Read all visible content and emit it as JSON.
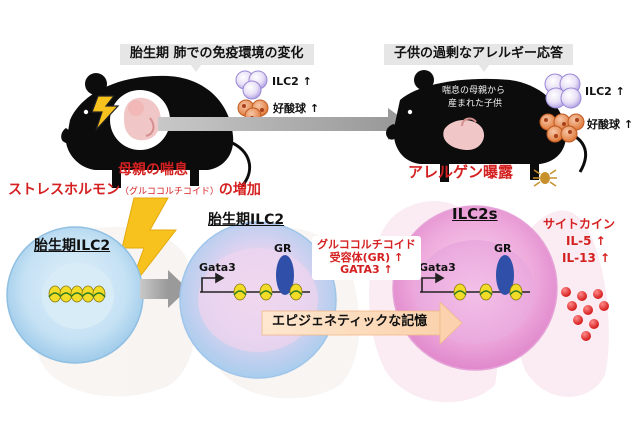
{
  "headers": {
    "left": "胎生期 肺での免疫環境の変化",
    "right": "子供の過剰なアレルギー応答"
  },
  "top_left": {
    "ilc2": "ILC2 ↑",
    "eosinophil": "好酸球 ↑"
  },
  "top_right": {
    "mouse_label_1": "喘息の母親から",
    "mouse_label_2": "産まれた子供",
    "ilc2": "ILC2 ↑",
    "eosinophil": "好酸球 ↑"
  },
  "stress": {
    "line1": "母親の喘息",
    "line2_prefix": "ストレスホルモン",
    "line2_small": "（グルココルチコイド）",
    "line2_suffix": "の増加"
  },
  "allergen": "アレルゲン曝露",
  "cells": {
    "fetal_ilc2_left": "胎生期ILC2",
    "fetal_ilc2_middle": "胎生期ILC2",
    "ilc2s": "ILC2s",
    "gata3_middle": "Gata3",
    "gr_middle": "GR",
    "gata3_right": "Gata3",
    "gr_right": "GR"
  },
  "receptor_box": {
    "line1": "グルココルチコイド",
    "line2": "受容体(GR) ↑",
    "line3": "GATA3 ↑"
  },
  "cytokines": {
    "title": "サイトカイン",
    "il5": "IL-5 ↑",
    "il13": "IL-13 ↑"
  },
  "epigenetic": "エピジェネティックな記憶",
  "colors": {
    "red": "#d42020",
    "header_bg": "#e6e6e6",
    "cell_blue": "#bcdcf2",
    "cell_pink": "#eea6dc",
    "gr_blue": "#2f4fa8",
    "nucleosome_yellow": "#f2dc28",
    "bolt_yellow": "#f7c21e"
  }
}
